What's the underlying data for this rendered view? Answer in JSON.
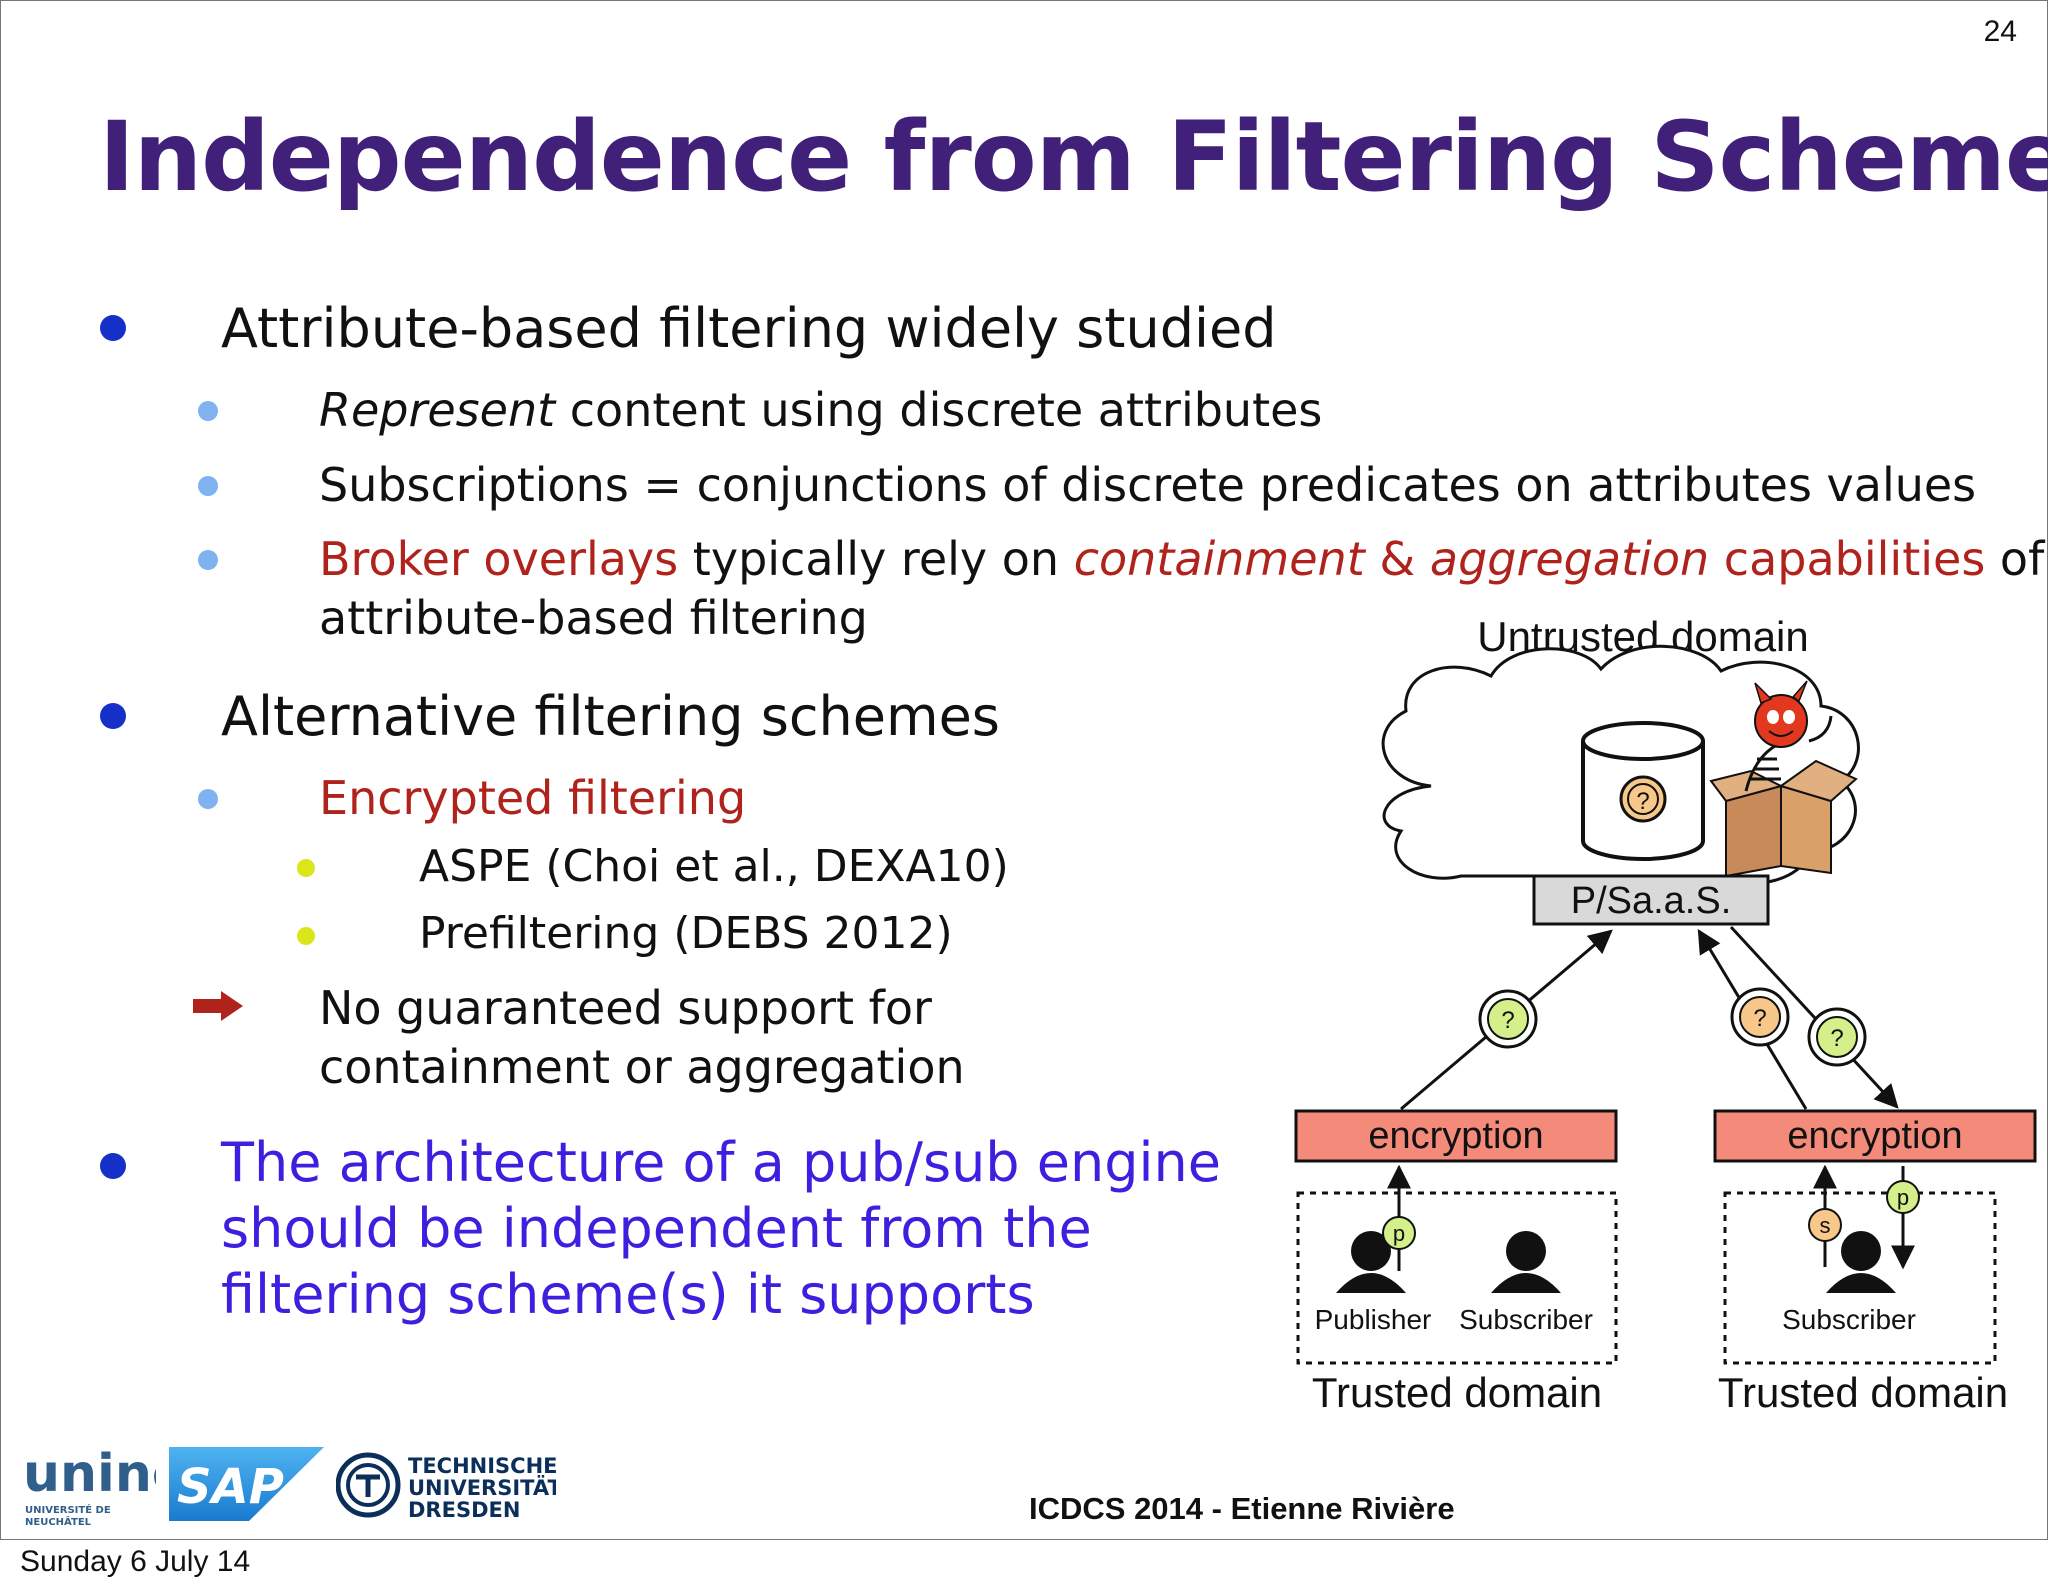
{
  "slide": {
    "page_number": "24",
    "title": "Independence from Filtering Scheme",
    "date": "Sunday 6 July 14",
    "footer": "ICDCS 2014 - Etienne Rivière"
  },
  "bullets": {
    "b1": "Attribute-based filtering widely studied",
    "b1_1_italic": "Represent",
    "b1_1_rest": " content using discrete attributes",
    "b1_2": "Subscriptions = conjunctions of discrete predicates on attributes values",
    "b1_3_red": "Broker overlays",
    "b1_3_mid": " typically rely on ",
    "b1_3_it1": "containment",
    "b1_3_amp": " & ",
    "b1_3_it2": "aggregation",
    "b1_3_red2": " capabilities",
    "b1_3_end": " of",
    "b1_3_line2": "attribute-based filtering",
    "b2": "Alternative filtering schemes",
    "b2_1": "Encrypted filtering",
    "b2_1_1": "ASPE (Choi et al., DEXA10)",
    "b2_1_2": "Prefiltering (DEBS 2012)",
    "b2_2_line1": "No guaranteed support for",
    "b2_2_line2": "containment or aggregation",
    "b3_line1": "The architecture of a pub/sub engine",
    "b3_line2": "should be independent from the",
    "b3_line3": "filtering scheme(s) it supports"
  },
  "diagram": {
    "untrusted": "Untrusted domain",
    "service": "P/Sa.a.S.",
    "encryption_left": "encryption",
    "encryption_right": "encryption",
    "publisher": "Publisher",
    "subscriber_left": "Subscriber",
    "subscriber_right": "Subscriber",
    "trusted_left": "Trusted domain",
    "trusted_right": "Trusted domain",
    "q": "?",
    "p": "p",
    "s": "s"
  },
  "logos": {
    "unine_main": "unine",
    "unine_sub1": "UNIVERSITÉ DE",
    "unine_sub2": "NEUCHÂTEL",
    "sap": "SAP",
    "tud_line1": "TECHNISCHE",
    "tud_line2": "UNIVERSITÄT",
    "tud_line3": "DRESDEN"
  },
  "colors": {
    "title": "#41207a",
    "accent_red": "#b0231c",
    "emphasis_blue": "#3d1fe0",
    "encryption_fill": "#f38a7a",
    "badge_green": "#d5f08a",
    "badge_orange": "#f7c88a"
  }
}
